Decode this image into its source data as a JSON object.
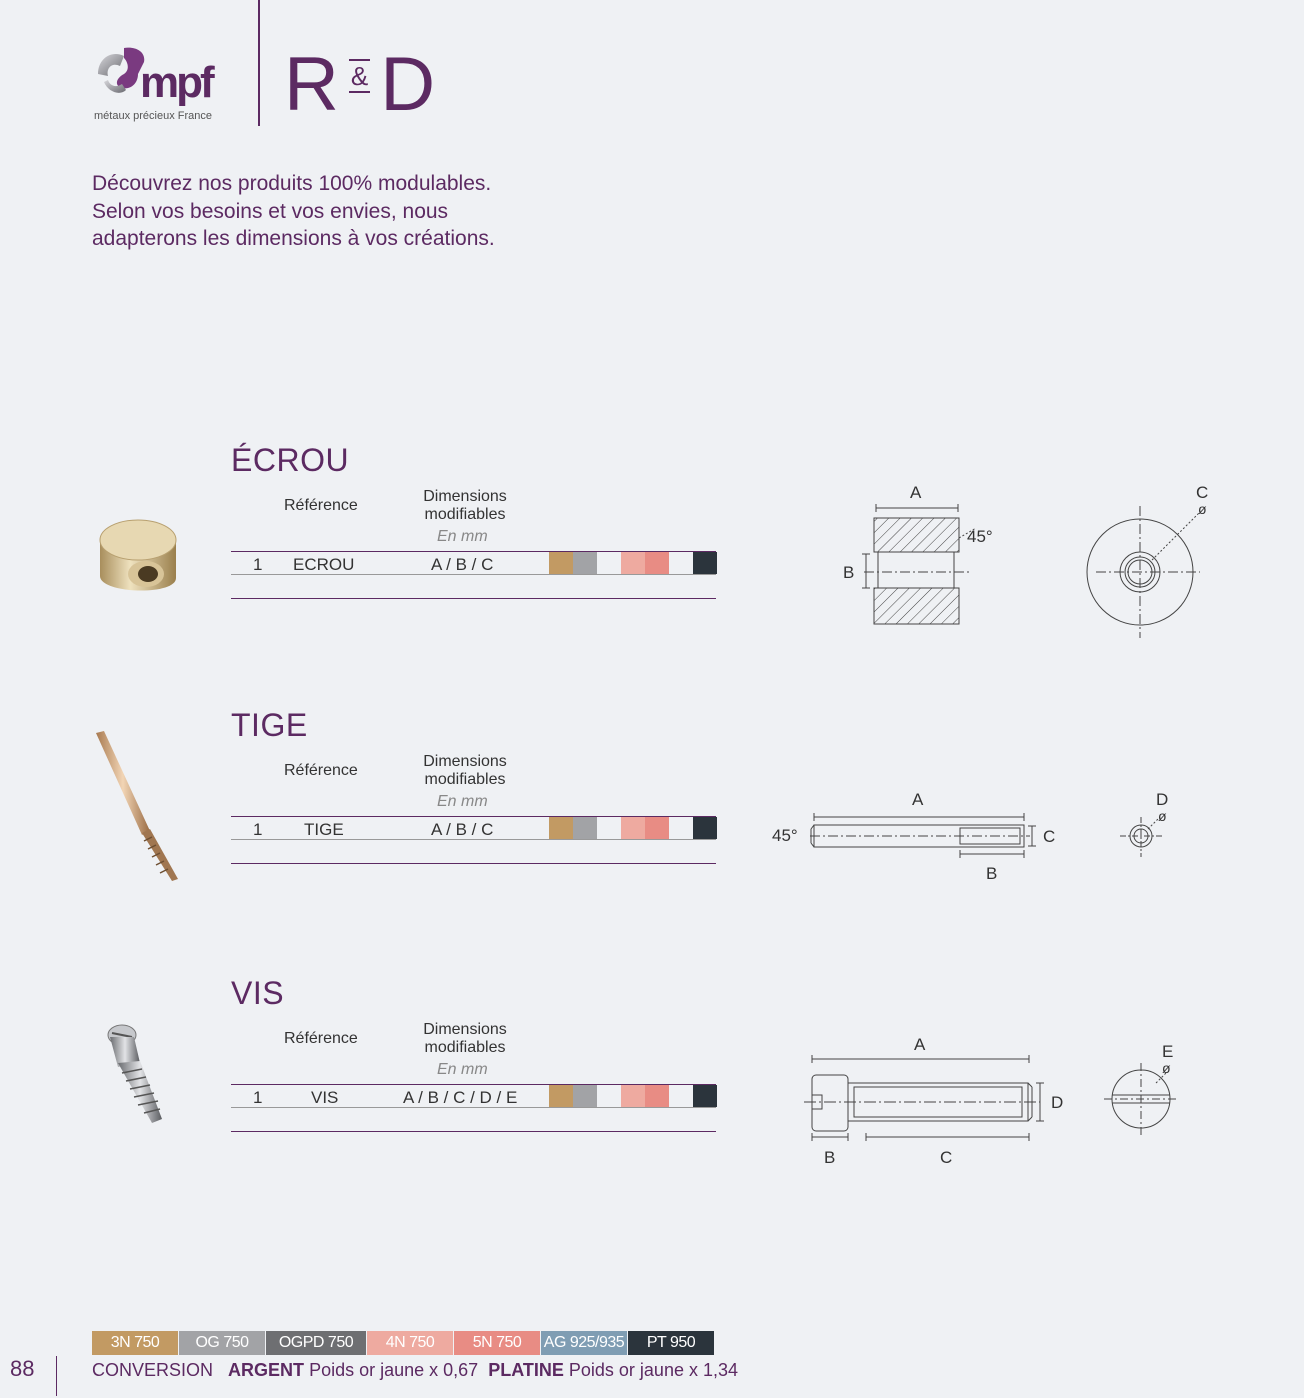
{
  "header": {
    "logo_text": "mpf",
    "logo_subtitle": "métaux précieux France",
    "rd_left": "R",
    "rd_amp": "&",
    "rd_right": "D"
  },
  "intro": {
    "line1": "Découvrez nos produits 100% modulables.",
    "line2": "Selon vos besoins et vos envies, nous",
    "line3": "adapterons les dimensions à vos créations."
  },
  "table_labels": {
    "reference": "Référence",
    "dimensions_line1": "Dimensions",
    "dimensions_line2": "modifiables",
    "unit": "En mm"
  },
  "products": [
    {
      "title": "ÉCROU",
      "number": "1",
      "reference": "ECROU",
      "dimensions": "A / B / C",
      "drawing_labels": {
        "a": "A",
        "b": "B",
        "c": "C",
        "diam": "ø",
        "angle": "45°"
      }
    },
    {
      "title": "TIGE",
      "number": "1",
      "reference": "TIGE",
      "dimensions": "A / B / C",
      "drawing_labels": {
        "a": "A",
        "b": "B",
        "c": "C",
        "d": "D",
        "diam": "ø",
        "angle": "45°"
      }
    },
    {
      "title": "VIS",
      "number": "1",
      "reference": "VIS",
      "dimensions": "A / B / C / D / E",
      "drawing_labels": {
        "a": "A",
        "b": "B",
        "c": "C",
        "d": "D",
        "e": "E",
        "diam": "ø"
      }
    }
  ],
  "swatch_colors": [
    "#c29a63",
    "#a2a3a6",
    "#eff1f4",
    "#eeaaa0",
    "#e88c84",
    "#eff1f4",
    "#2b343c"
  ],
  "legend": [
    {
      "label": "3N 750",
      "color": "#c29a63"
    },
    {
      "label": "OG 750",
      "color": "#a2a3a6"
    },
    {
      "label": "OGPD 750",
      "color": "#6e6f72"
    },
    {
      "label": "4N 750",
      "color": "#eeaaa0"
    },
    {
      "label": "5N 750",
      "color": "#e88c84"
    },
    {
      "label": "AG 925/935",
      "color": "#7f9db3"
    },
    {
      "label": "PT 950",
      "color": "#2b343c"
    }
  ],
  "footer": {
    "page_number": "88",
    "conversion": "CONVERSION",
    "argent_label": "ARGENT",
    "argent_text": "Poids or jaune x 0,67",
    "platine_label": "PLATINE",
    "platine_text": "Poids or jaune x 1,34"
  }
}
